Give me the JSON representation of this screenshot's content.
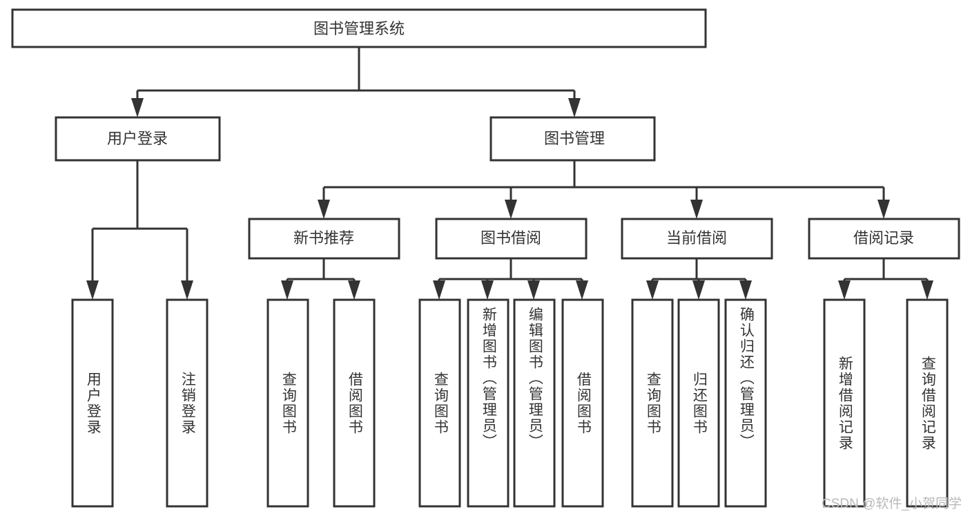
{
  "diagram": {
    "title": "图书管理系统",
    "type": "tree",
    "root": {
      "id": "root",
      "label": "图书管理系统"
    },
    "level2": [
      {
        "id": "user-login",
        "label": "用户登录"
      },
      {
        "id": "book-management",
        "label": "图书管理"
      }
    ],
    "level3": [
      {
        "id": "new-book-recommend",
        "label": "新书推荐"
      },
      {
        "id": "book-borrow",
        "label": "图书借阅"
      },
      {
        "id": "current-borrow",
        "label": "当前借阅"
      },
      {
        "id": "borrow-record",
        "label": "借阅记录"
      }
    ],
    "leaves": {
      "user_login": [
        {
          "id": "leaf-user-login",
          "label": "用户登录"
        },
        {
          "id": "leaf-logout-login",
          "label": "注销登录"
        }
      ],
      "new_book_recommend": [
        {
          "id": "leaf-query-book-1",
          "label": "查询图书"
        },
        {
          "id": "leaf-borrow-book-1",
          "label": "借阅图书"
        }
      ],
      "book_borrow": [
        {
          "id": "leaf-query-book-2",
          "label": "查询图书"
        },
        {
          "id": "leaf-add-book",
          "label": "新增图书（管理员）"
        },
        {
          "id": "leaf-edit-book",
          "label": "编辑图书（管理员）"
        },
        {
          "id": "leaf-borrow-book-2",
          "label": "借阅图书"
        }
      ],
      "current_borrow": [
        {
          "id": "leaf-query-book-3",
          "label": "查询图书"
        },
        {
          "id": "leaf-return-book",
          "label": "归还图书"
        },
        {
          "id": "leaf-confirm-return",
          "label": "确认归还（管理员）"
        }
      ],
      "borrow_record": [
        {
          "id": "leaf-add-borrow-record",
          "label": "新增借阅记录"
        },
        {
          "id": "leaf-query-borrow-record",
          "label": "查询借阅记录"
        }
      ]
    }
  },
  "watermark": {
    "text": "CSDN @软件_小贺同学"
  },
  "colors": {
    "stroke": "#333333",
    "box_fill": "#ffffff",
    "text": "#333333",
    "background": "#ffffff",
    "watermark": "#b9b9b9"
  }
}
